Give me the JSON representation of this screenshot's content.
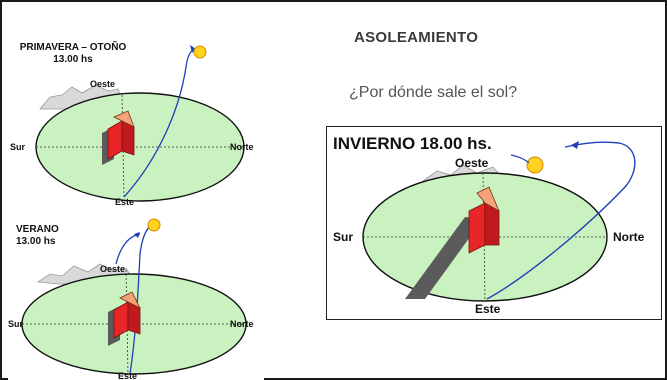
{
  "slide": {
    "title": "ASOLEAMIENTO",
    "question": "¿Por dónde sale el sol?"
  },
  "diagrams": {
    "spring_autumn": {
      "season": "PRIMAVERA – OTOÑO",
      "time": "13.00 hs",
      "west": "Oeste",
      "east": "Este",
      "south": "Sur",
      "north": "Norte"
    },
    "summer": {
      "season": "VERANO",
      "time": "13.00 hs",
      "west": "Oeste",
      "east": "Este",
      "south": "Sur",
      "north": "Norte"
    },
    "winter": {
      "title": "INVIERNO 18.00 hs.",
      "west": "Oeste",
      "east": "Este",
      "south": "Sur",
      "north": "Norte"
    }
  },
  "colors": {
    "ground": "#c9f2c0",
    "sun": "#ffd21f",
    "sun_path": "#1f3fb8",
    "house_red": "#e8262a",
    "house_roof": "#f3a27a",
    "shadow": "#5b5b5b"
  }
}
